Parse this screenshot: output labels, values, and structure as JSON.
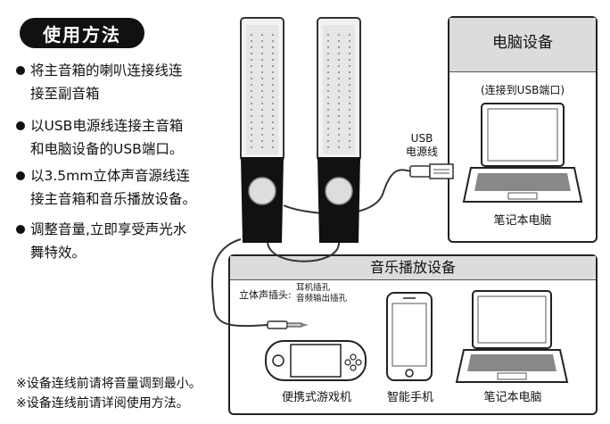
{
  "title": "使用方法",
  "steps": [
    [
      "将主音箱的喇叭连接线连",
      "接至副音箱"
    ],
    [
      "以USB电源线连接主音箱",
      "和电脑设备的USB端口。"
    ],
    [
      "以3.5mm立体声音源线连",
      "接主音箱和音乐播放设备。"
    ],
    [
      "调整音量,立即享受声光水",
      "舞特效。"
    ]
  ],
  "notes": [
    "※设备连线前请将音量调到最小。",
    "※设备连线前请详阅使用方法。"
  ],
  "pc_box": {
    "title": "电脑设备",
    "connect_label": "(连接到USB端口)",
    "device_label": "笔记本电脑"
  },
  "usb_label": [
    "USB",
    "电源线"
  ],
  "music_box": {
    "title": "音乐播放设备",
    "plug_label": "立体声插头:",
    "jacks": [
      "耳机插孔",
      "音频输出插孔"
    ],
    "devices": [
      "便携式游戏机",
      "智能手机",
      "笔记本电脑"
    ]
  }
}
